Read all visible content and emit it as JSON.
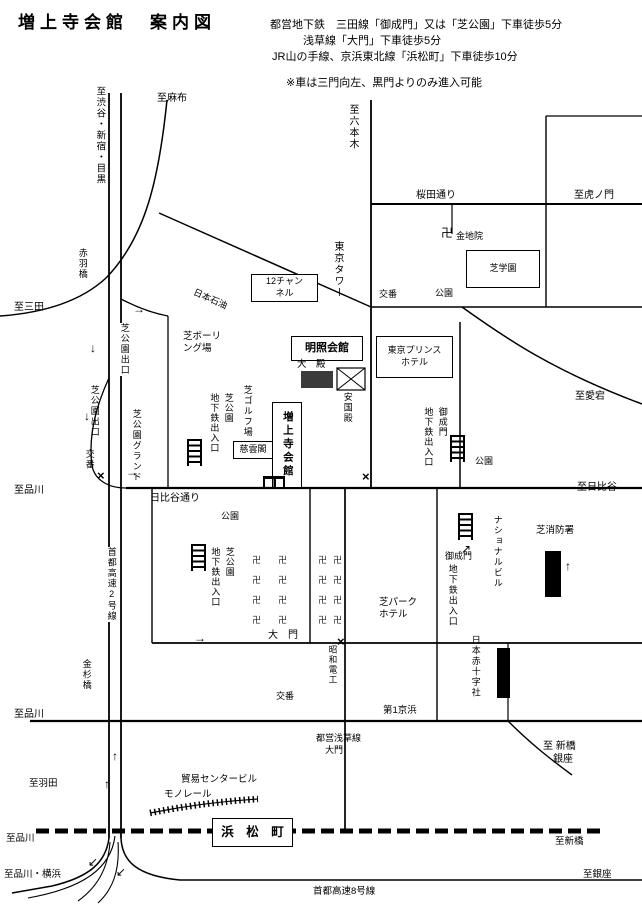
{
  "title": "増上寺会館　案内図",
  "directions": {
    "line1": "都営地下鉄　三田線「御成門」又は「芝公園」下車徒歩5分",
    "line2": "浅草線「大門」下車徒歩5分",
    "line3": "JR山の手線、京浜東北線「浜松町」下車徒歩10分",
    "note": "※車は三門向左、黒門よりのみ進入可能"
  },
  "labels": {
    "to_shibuya": "至渋谷・新宿・目黒",
    "to_azabu": "至麻布",
    "to_roppongi": "至六本木",
    "sakurada_dori": "桜田通り",
    "to_toranomon": "至虎ノ門",
    "konchiin": "金地院",
    "shiba_gakuen": "芝学園",
    "tokyo_tower": "東京タワー",
    "channel12": "12チャン\nネル",
    "nihon_sekiyu": "日本石油",
    "koban": "交番",
    "park": "公園",
    "akabanebashi": "赤羽橋",
    "to_mita": "至三田",
    "meisho_kaikan": "明照会館",
    "tokyo_prince_hotel": "東京プリンス\nホテル",
    "daiden": "大　殿",
    "ankokuden": "安国殿",
    "shiba_bowling": "芝ボーリ\nング場",
    "shiba_koen_exit": "芝公園出口",
    "shiba_koen_ground": "芝公園グランド",
    "subway_exit_shibakoen": "地下鉄出入口\n芝公園",
    "subway_exit_onarimon": "地下鉄出入口\n御成門",
    "subway_exit": "地下鉄出入口",
    "shiba_golf": "芝ゴルフ場",
    "zojoji_kaikan": "増上寺会館",
    "jiunkaku": "慈雲閣",
    "onarimon": "御成門",
    "to_atago": "至愛宕",
    "to_shinagawa": "至品川",
    "hibiya_dori": "日比谷通り",
    "to_hibiya": "至日比谷",
    "national_building": "ナショナルビル",
    "shiba_fire_station": "芝消防署",
    "shuto_expressway_2": "首都高速2号線",
    "shiba_park_hotel": "芝パーク\nホテル",
    "daimon": "大　門",
    "showa_denko": "昭和電工",
    "japan_red_cross": "日本赤十字社",
    "kanasugibashi": "金杉橋",
    "daiichi_keihin": "第1京浜",
    "to_shimbashi_ginza": "至 新橋\n　銀座",
    "toei_asakusa_daimon": "都営浅草線\n　大門",
    "to_haneda": "至羽田",
    "boeki_center": "貿易センタービル",
    "monorail": "モノレール",
    "hamamatsucho": "浜　松　町",
    "to_shimbashi": "至新橋",
    "to_shinagawa_yokohama": "至品川・横浜",
    "to_ginza": "至銀座",
    "shuto_expressway_8": "首都高速8号線"
  },
  "symbols": {
    "temple_mark": "卍",
    "crossing": "×",
    "arrow_up": "↑",
    "arrow_down": "↓",
    "arrow_right": "→",
    "arrow_up_right": "↗",
    "arrow_down_left": "↙"
  }
}
